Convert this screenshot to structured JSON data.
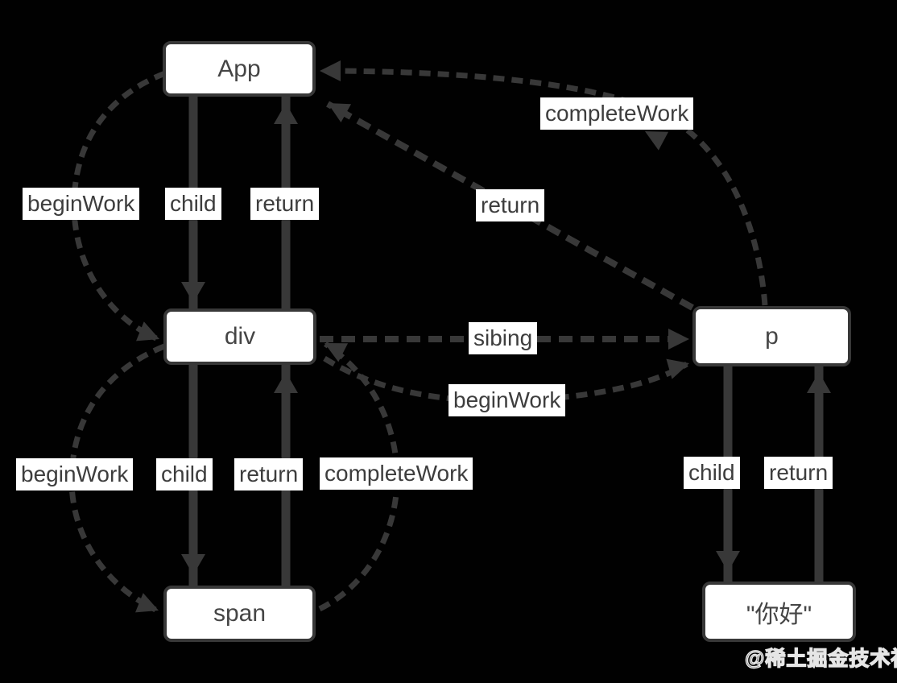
{
  "nodes": {
    "app": "App",
    "div": "div",
    "p": "p",
    "span": "span",
    "text": "\"你好\""
  },
  "edge_labels": {
    "beginwork_app_div": "beginWork",
    "child_app_div": "child",
    "return_div_app": "return",
    "completework_p_app": "completeWork",
    "return_p_app": "return",
    "sibling_div_p": "sibing",
    "beginwork_div_p": "beginWork",
    "beginwork_div_span": "beginWork",
    "child_div_span": "child",
    "return_span_div": "return",
    "completework_span_div": "completeWork",
    "child_p_text": "child",
    "return_text_p": "return"
  },
  "watermark": "@稀土掘金技术社区",
  "colors": {
    "background": "#000000",
    "line": "#383838",
    "box_fill": "#ffffff",
    "box_border": "#383838",
    "box_text": "#454545",
    "label_bg": "#ffffff",
    "label_text": "#3d3d3d"
  }
}
